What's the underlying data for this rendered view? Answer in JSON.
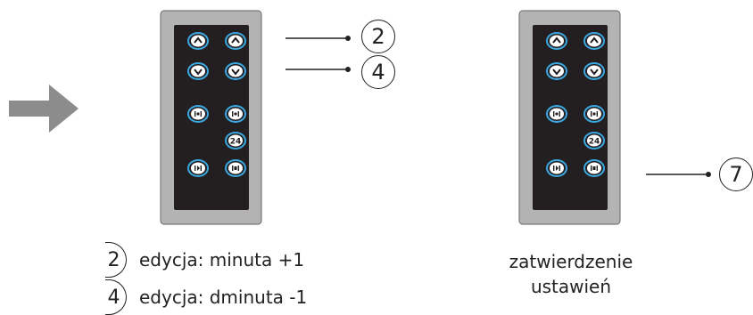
{
  "callouts": {
    "left_top": "2",
    "left_bottom": "4",
    "right": "7"
  },
  "legend": [
    {
      "num": "2",
      "text": "edycja: minuta +1"
    },
    {
      "num": "4",
      "text": "edycja: dminuta -1"
    }
  ],
  "right_caption": [
    "zatwierdzenie",
    "ustawień"
  ],
  "remote_label_24": "24",
  "colors": {
    "arrow": "#8c8c8c",
    "panel_outer": "#b3b3b3",
    "panel_inner": "#231f20",
    "button_ring": "#3aa7e0",
    "button_fill": "#ffffff"
  }
}
